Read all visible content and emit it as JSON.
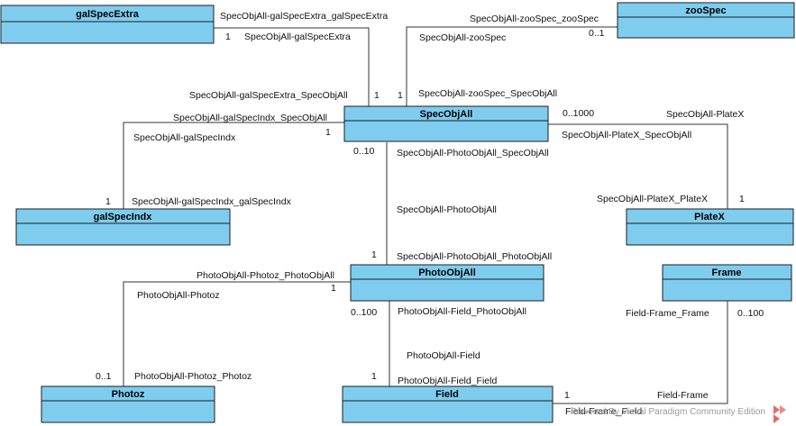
{
  "classes": {
    "galSpecExtra": "galSpecExtra",
    "zooSpec": "zooSpec",
    "SpecObjAll": "SpecObjAll",
    "galSpecIndx": "galSpecIndx",
    "PlateX": "PlateX",
    "PhotoObjAll": "PhotoObjAll",
    "Frame": "Frame",
    "Photoz": "Photoz",
    "Field": "Field"
  },
  "associations": {
    "galSpecExtra": {
      "name": "SpecObjAll-galSpecExtra",
      "role_target": "SpecObjAll-galSpecExtra_galSpecExtra",
      "role_source": "SpecObjAll-galSpecExtra_SpecObjAll",
      "mult_target": "1",
      "mult_source": "1"
    },
    "zooSpec": {
      "name": "SpecObjAll-zooSpec",
      "role_target": "SpecObjAll-zooSpec_zooSpec",
      "role_source": "SpecObjAll-zooSpec_SpecObjAll",
      "mult_target": "0..1",
      "mult_source": "1"
    },
    "galSpecIndx": {
      "name": "SpecObjAll-galSpecIndx",
      "role_source": "SpecObjAll-galSpecIndx_SpecObjAll",
      "role_target": "SpecObjAll-galSpecIndx_galSpecIndx",
      "mult_source": "1",
      "mult_target": "1"
    },
    "PlateX": {
      "name": "SpecObjAll-PlateX",
      "role_source": "SpecObjAll-PlateX_SpecObjAll",
      "role_target": "SpecObjAll-PlateX_PlateX",
      "mult_source": "0..1000",
      "mult_target": "1"
    },
    "PhotoObjAll": {
      "name": "SpecObjAll-PhotoObjAll",
      "role_source": "SpecObjAll-PhotoObjAll_SpecObjAll",
      "role_target": "SpecObjAll-PhotoObjAll_PhotoObjAll",
      "mult_source": "0..10",
      "mult_target": "1"
    },
    "Photoz": {
      "name": "PhotoObjAll-Photoz",
      "role_source": "PhotoObjAll-Photoz_PhotoObjAll",
      "role_target": "PhotoObjAll-Photoz_Photoz",
      "mult_source": "1",
      "mult_target": "0..1"
    },
    "Field": {
      "name": "PhotoObjAll-Field",
      "role_source": "PhotoObjAll-Field_PhotoObjAll",
      "role_target": "PhotoObjAll-Field_Field",
      "mult_source": "0..100",
      "mult_target": "1"
    },
    "FieldFrame": {
      "name": "Field-Frame",
      "role_target": "Field-Frame_Frame",
      "role_source": "Field-Frame_Field",
      "mult_target": "0..100",
      "mult_source": "1"
    }
  },
  "watermark": "Powered By Visual Paradigm Community Edition"
}
